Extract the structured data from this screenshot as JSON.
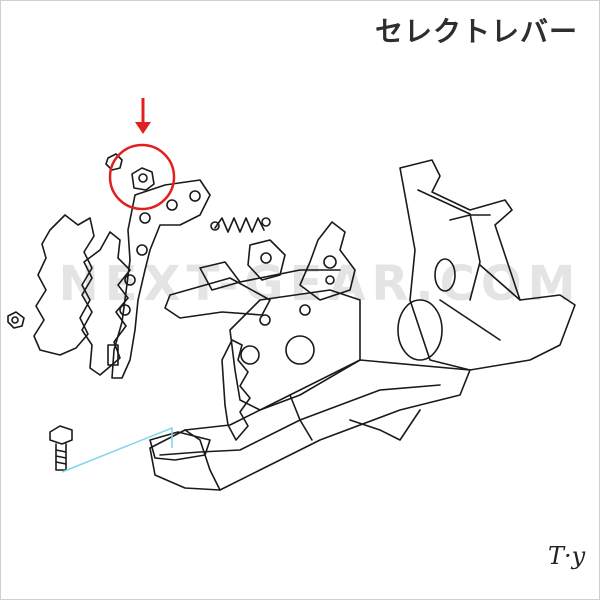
{
  "title": "セレクトレバー",
  "watermark": "NEXT-GEAR.COM",
  "logo_text": "T·y",
  "colors": {
    "highlight": "#e02020",
    "line_art": "#1a1a1a",
    "leader_line": "#7fd7e8",
    "title": "#2e2e2e",
    "watermark": "#d8d8d8"
  },
  "icons": {
    "pointer": "down-arrow-icon",
    "highlight": "circle-highlight-icon"
  }
}
